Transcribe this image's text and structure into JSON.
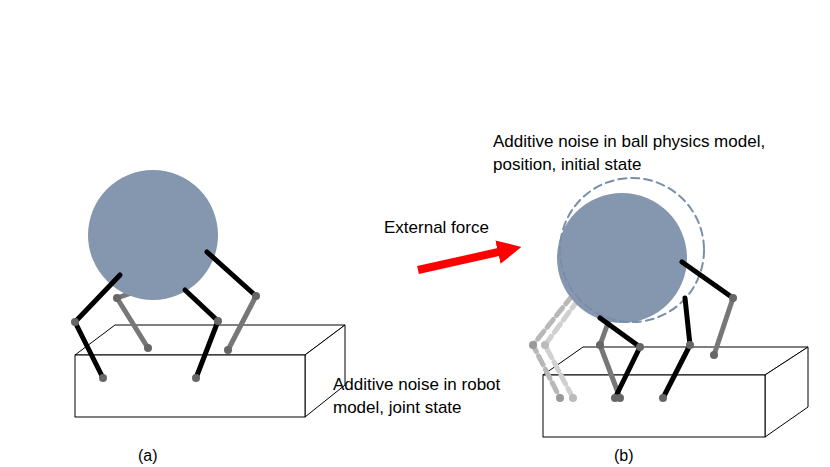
{
  "diagram": {
    "labels": [
      "External force",
      "Additive noise in ball physics model, position, initial state",
      "Additive noise in robot model, joint state",
      "(a)",
      "(b)"
    ]
  }
}
